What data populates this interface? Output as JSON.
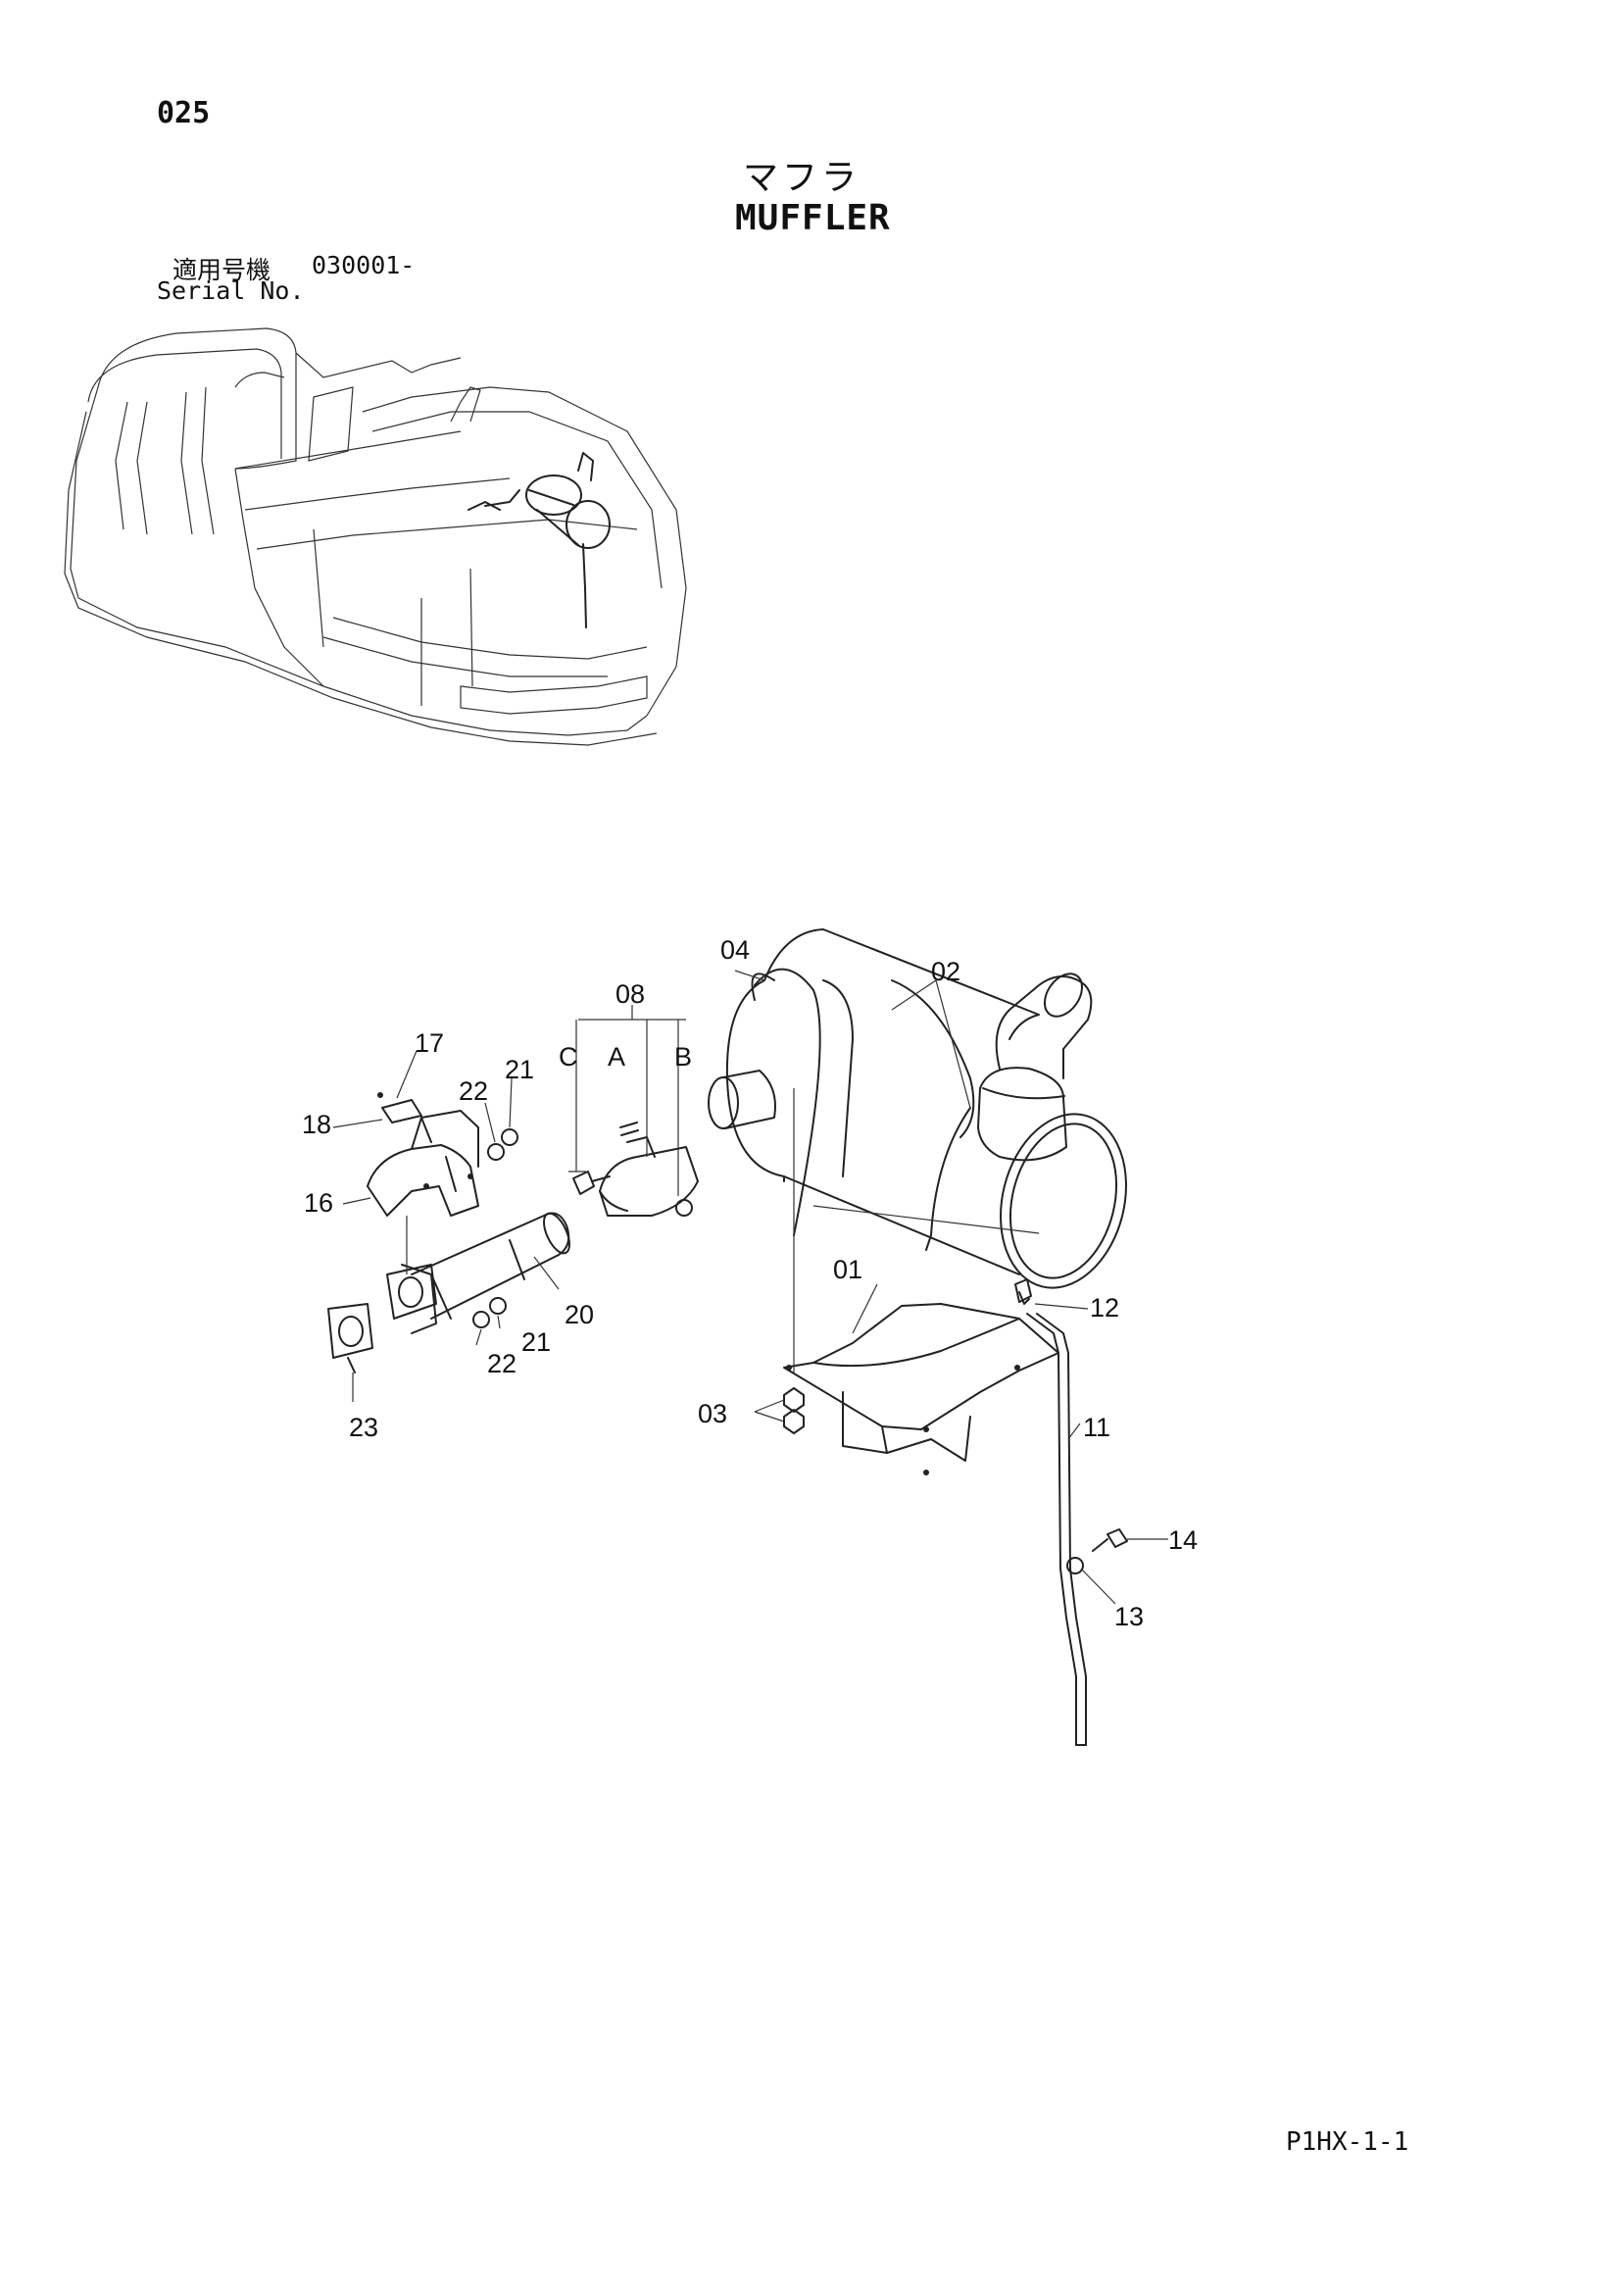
{
  "page": {
    "number": "025",
    "title_jp": "マフラ",
    "title_en": "MUFFLER",
    "serial_label_jp": "適用号機",
    "serial_value": "030001-",
    "serial_label_en": "Serial No.",
    "code": "P1HX-1-1"
  },
  "callouts": {
    "c01": "01",
    "c02": "02",
    "c03": "03",
    "c04": "04",
    "c08": "08",
    "c08a": "A",
    "c08b": "B",
    "c08c": "C",
    "c11": "11",
    "c12": "12",
    "c13": "13",
    "c14": "14",
    "c16": "16",
    "c17": "17",
    "c18": "18",
    "c20": "20",
    "c21a": "21",
    "c21b": "21",
    "c22a": "22",
    "c22b": "22",
    "c23": "23"
  }
}
